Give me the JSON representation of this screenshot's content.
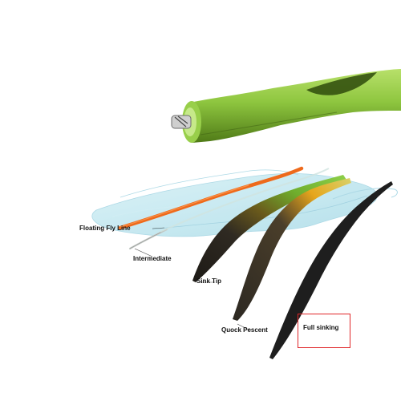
{
  "diagram": {
    "labels": {
      "floating": "Floating Fly Line",
      "intermediate": "Intermediate",
      "sink_tip": "Sink Tip",
      "quick_descent": "Quock Pescent",
      "full_sinking": "Full sinking"
    },
    "colors": {
      "floating": "#ee6a1c",
      "intermediate": "#c8ccc9",
      "sink_tip_body": "#2a2620",
      "sink_tip_tip": "#6fae2d",
      "quick_body": "#3a342c",
      "quick_tip": "#e6a61c",
      "full_sinking": "#1e1e1e",
      "water": "#b9e4ee",
      "connector_green": "#8ec63f",
      "highlight_box": "#e0262a"
    }
  }
}
